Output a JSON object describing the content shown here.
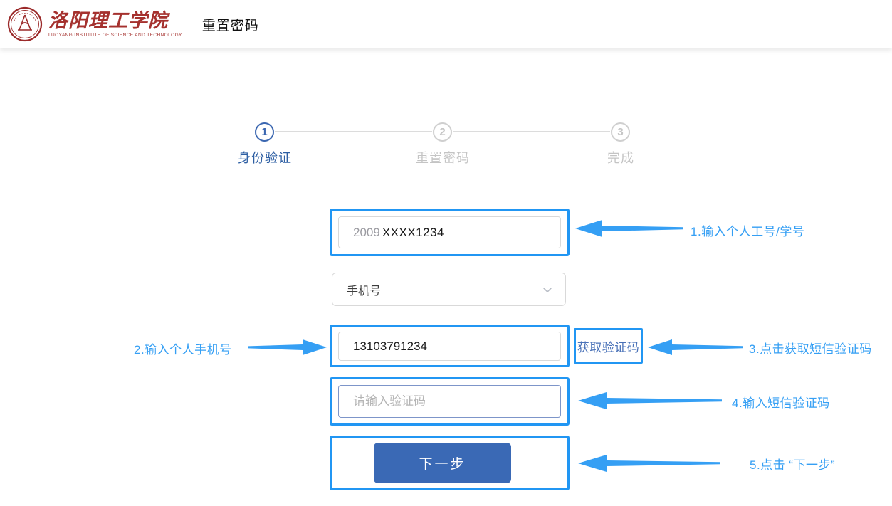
{
  "header": {
    "logo": {
      "seal_icon": "university-seal",
      "school_name_cn": "洛阳理工学院",
      "school_name_en": "LUOYANG INSTITUTE OF SCIENCE AND TECHNOLOGY"
    },
    "title": "重置密码"
  },
  "stepper": {
    "steps": [
      {
        "number": "1",
        "label": "身份验证",
        "state": "active"
      },
      {
        "number": "2",
        "label": "重置密码",
        "state": "pending"
      },
      {
        "number": "3",
        "label": "完成",
        "state": "pending"
      }
    ]
  },
  "form": {
    "account_input": {
      "value_prefix": "2009",
      "value_suffix": "XXXX1234"
    },
    "method_select": {
      "value": "手机号",
      "chevron_icon": "chevron-down"
    },
    "phone_input": {
      "value": "13103791234"
    },
    "get_code_button": {
      "label": "获取验证码"
    },
    "code_input": {
      "placeholder": "请输入验证码"
    },
    "next_button": {
      "label": "下一步"
    }
  },
  "annotations": [
    {
      "text": "1.输入个人工号/学号",
      "arrow": "left"
    },
    {
      "text": "2.输入个人手机号",
      "arrow": "right"
    },
    {
      "text": "3.点击获取短信验证码",
      "arrow": "left"
    },
    {
      "text": "4.输入短信验证码",
      "arrow": "left"
    },
    {
      "text": "5.点击 “下一步”",
      "arrow": "left"
    }
  ],
  "colors": {
    "highlight_blue": "#2196f3",
    "annotation_blue": "#359ff4",
    "step_active_blue": "#3a66b0",
    "step_label_blue": "#2e5fa3",
    "button_blue": "#3a69b5",
    "get_code_text": "#4a72b8",
    "seal_red": "#9b2a2a",
    "school_name_red": "#a5312e",
    "border_gray": "#d9d9d9",
    "inactive_gray": "#c4c4c4"
  }
}
